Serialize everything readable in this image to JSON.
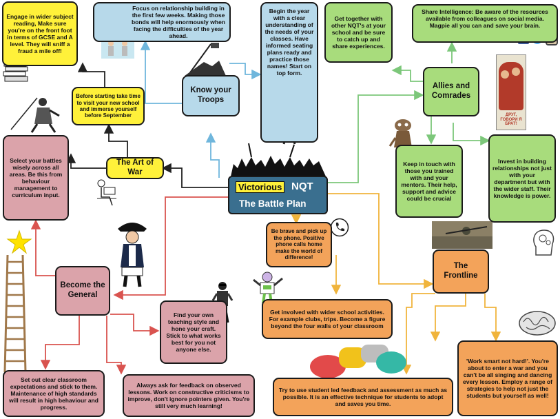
{
  "center": {
    "victorious": "Victorious",
    "nqt": "NQT",
    "battle_plan": "The Battle Plan"
  },
  "boxes": {
    "engage": "Engage in wider subject reading, Make sure you're on the front foot in terms of GCSE and A level. They will sniff a fraud a mile off!",
    "before_starting": "Before starting take time to visit your new school and immerse yourself before September",
    "art_of_war": "The Art of War",
    "select_battles": "Select your battles wisely across all areas. Be this from behaviour management to curriculum input.",
    "focus_relationship": "Focus on relationship building in the first few weeks. Making those bonds will help enormously when facing the difficulties of the year ahead.",
    "know_troops": "Know your Troops",
    "begin_year": "Begin the year with a clear understanding of the needs of your classes. Have informed seating plans ready and practice those names! Start on top form.",
    "get_together": "Get together with other NQT's at your school and be sure to catch up and share experiences.",
    "share_intelligence": "Share Intelligence: Be aware of the resources available from colleagues on social media. Magpie all you can and save your brain.",
    "allies": "Allies and Comrades",
    "keep_in_touch": "Keep in touch with those you trained with and your mentors. Their help, support and advice could be crucial",
    "invest": "Invest in building relationships not just with your department but with the wider staff. Their knowledge is power.",
    "brave_phone": "Be brave and pick up the phone. Positive phone calls home make the world of difference!",
    "frontline": "The Frontline",
    "become_general": "Become the General",
    "teaching_style": "Find your own teaching style and hone your craft. Stick to what works best for you not anyone else.",
    "wider_activities": "Get involved with wider school activities. For example clubs, trips. Become a figure beyond  the four walls of your classroom",
    "clear_expectations": "Set out clear classroom expectations and stick to them. Maintenance of high standards will result in high behaviour and progress.",
    "feedback_observed": "Always ask for feedback on observed lessons. Work  on constructive criticisms to improve, don't ignore pointers given.  You're still very much learning!",
    "student_feedback": "Try to use student led feedback and assessment as much as possible. It is an effective technique for students to adopt and saves you time.",
    "work_smart": "'Work smart not hard!'. You're about to enter a war and you can't be all singing and dancing every lesson. Employ a range of strategies to help not just the students but yourself as well!"
  },
  "poster_text": "ДРУГ, ГОВОРИ Я БРАТ!",
  "colors": {
    "yellow": "#fff13a",
    "blue": "#b7d9ea",
    "green": "#a8dc7c",
    "pink": "#dba3aa",
    "orange": "#f3a35a",
    "title": "#3a6f8f",
    "black_arrow": "#222222",
    "blue_arrow": "#6fb6dc",
    "green_arrow": "#7cc77a",
    "red_arrow": "#d9534f",
    "orange_arrow": "#f0b43c"
  },
  "icons": [
    "books-icon",
    "samurai-icon",
    "reader-icon",
    "soldiers-icon",
    "flag-raising-icon",
    "army-silhouette-icon",
    "teacher-pointing-icon",
    "poster-icon",
    "facebook-icon",
    "twitter-icon",
    "instagram-icon",
    "et-icon",
    "soldier-trench-icon",
    "head-gears-icon",
    "phone-icon",
    "star-icon",
    "ladder-icon",
    "napoleon-icon",
    "gangnam-icon",
    "buzz-icon",
    "speech-bubbles-icon",
    "brain-icon"
  ]
}
